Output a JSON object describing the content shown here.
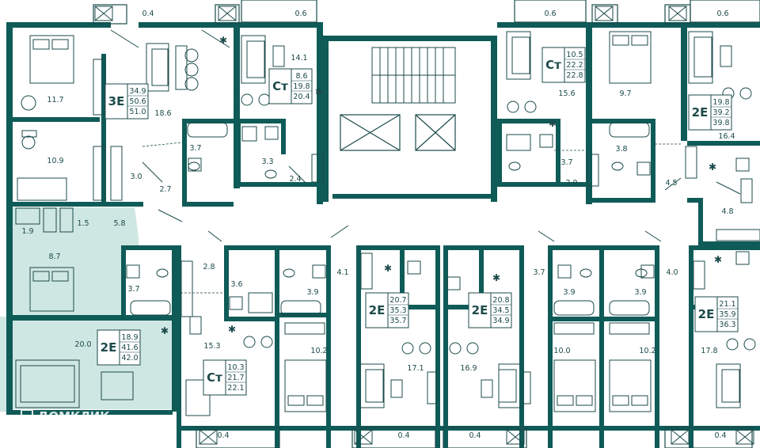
{
  "colors": {
    "wall": "#0f5b58",
    "line": "#1c4a4a",
    "highlight": "#cfe7e3",
    "background": "#ffffff"
  },
  "apartments": [
    {
      "id": "a1",
      "code": "3E",
      "areas": [
        "34.9",
        "50.6",
        "51.0"
      ]
    },
    {
      "id": "a2",
      "code": "Ст",
      "areas": [
        "8.6",
        "19.8",
        "20.4"
      ]
    },
    {
      "id": "a3",
      "code": "Ст",
      "areas": [
        "10.5",
        "22.2",
        "22.8"
      ]
    },
    {
      "id": "a4",
      "code": "2E",
      "areas": [
        "19.8",
        "39.2",
        "39.8"
      ]
    },
    {
      "id": "a5",
      "code": "2E",
      "areas": [
        "18.9",
        "41.6",
        "42.0"
      ]
    },
    {
      "id": "a6",
      "code": "Ст",
      "areas": [
        "10.3",
        "21.7",
        "22.1"
      ]
    },
    {
      "id": "a7",
      "code": "2E",
      "areas": [
        "20.7",
        "35.3",
        "35.7"
      ]
    },
    {
      "id": "a8",
      "code": "2E",
      "areas": [
        "20.8",
        "34.5",
        "34.9"
      ]
    },
    {
      "id": "a9",
      "code": "2E",
      "areas": [
        "21.1",
        "35.9",
        "36.3"
      ]
    }
  ],
  "room_areas": [
    "0.4",
    "0.6",
    "0.6",
    "0.6",
    "11.7",
    "18.6",
    "14.1",
    "15.6",
    "9.7",
    "16.4",
    "10.9",
    "3.7",
    "3.0",
    "2.7",
    "3.3",
    "2.4",
    "3.7",
    "2.9",
    "3.8",
    "4.5",
    "1.9",
    "1.5",
    "5.8",
    "4.8",
    "8.7",
    "2.8",
    "3.6",
    "4.1",
    "3.7",
    "4.0",
    "3.7",
    "3.9",
    "3.9",
    "3.9",
    "20.0",
    "15.3",
    "10.2",
    "17.1",
    "16.9",
    "10.0",
    "10.2",
    "17.8",
    "0.4",
    "0.4",
    "0.4",
    "0.4"
  ],
  "watermark": "ДОМКЛИК"
}
